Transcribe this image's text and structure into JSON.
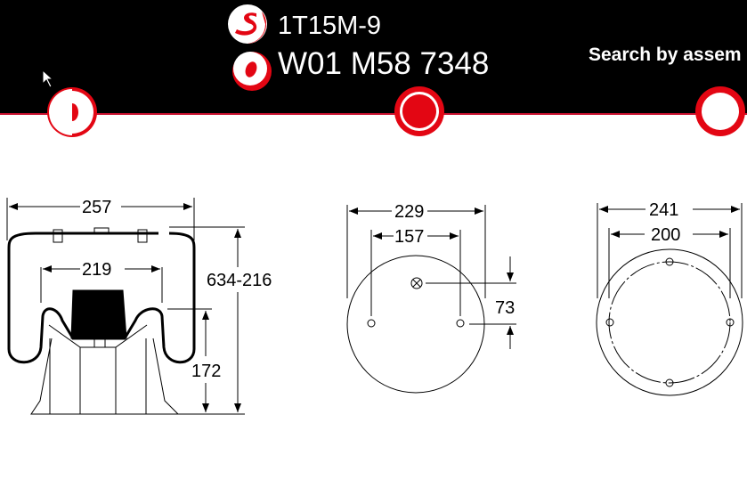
{
  "header": {
    "code_primary": "1T15M-9",
    "code_secondary": "W01 M58 7348",
    "search_label": "Search by assem"
  },
  "colors": {
    "brand": "#e30613",
    "header_bg": "#000000"
  },
  "icons": [
    "logo-s-icon",
    "logo-o-icon",
    "nav-left-icon",
    "nav-center-icon",
    "nav-right-icon",
    "cursor-icon"
  ],
  "side_view": {
    "overall_width": "257",
    "inner_width": "219",
    "height_range": "634-216",
    "piston_height": "172"
  },
  "top_plate": {
    "outer": "229",
    "bolt_spacing": "157",
    "offset": "73"
  },
  "bottom_plate": {
    "outer": "241",
    "bolt_circle": "200"
  }
}
